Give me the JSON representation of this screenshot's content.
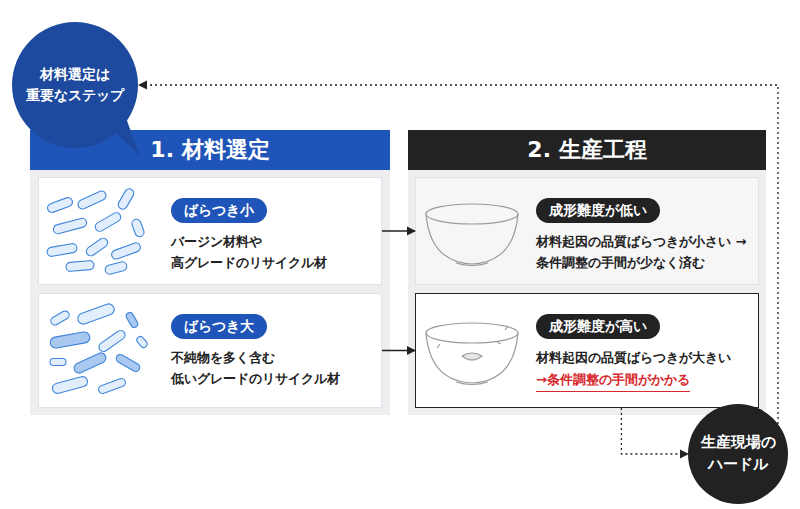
{
  "diagram": {
    "nodes": [
      {
        "text": [
          "材料選定は 重要なステップ"
        ]
      },
      {
        "text": [
          "1. 材料選定"
        ]
      },
      {
        "text": [
          "ばらつき小",
          "バージン材料や 高グレードのリサイクル材"
        ],
        "in": 1
      },
      {
        "text": [
          "ばらつき大",
          "不純物を多く含む 低いグレードのリサイクル材"
        ],
        "in": 1
      },
      {
        "text": [
          "2. 生産工程"
        ]
      },
      {
        "text": [
          "成形難度が低い",
          "材料起因の品質ばらつきが小さい →条件調整の手間が少なく済む"
        ],
        "in": 4
      },
      {
        "text": [
          "成形難度が高い",
          "材料起因の品質ばらつきが大きい",
          "→条件調整の手間がかかる"
        ],
        "in": 4
      },
      {
        "text": [
          "生産現場の ハードル"
        ]
      }
    ],
    "edges": [
      {
        "from": 2,
        "to": 5,
        "arrow": "to"
      },
      {
        "from": 3,
        "to": 6,
        "arrow": "to"
      },
      {
        "from": 6,
        "to": 7,
        "arrow": "to"
      },
      {
        "from": 7,
        "to": 0,
        "arrow": "to"
      }
    ]
  }
}
